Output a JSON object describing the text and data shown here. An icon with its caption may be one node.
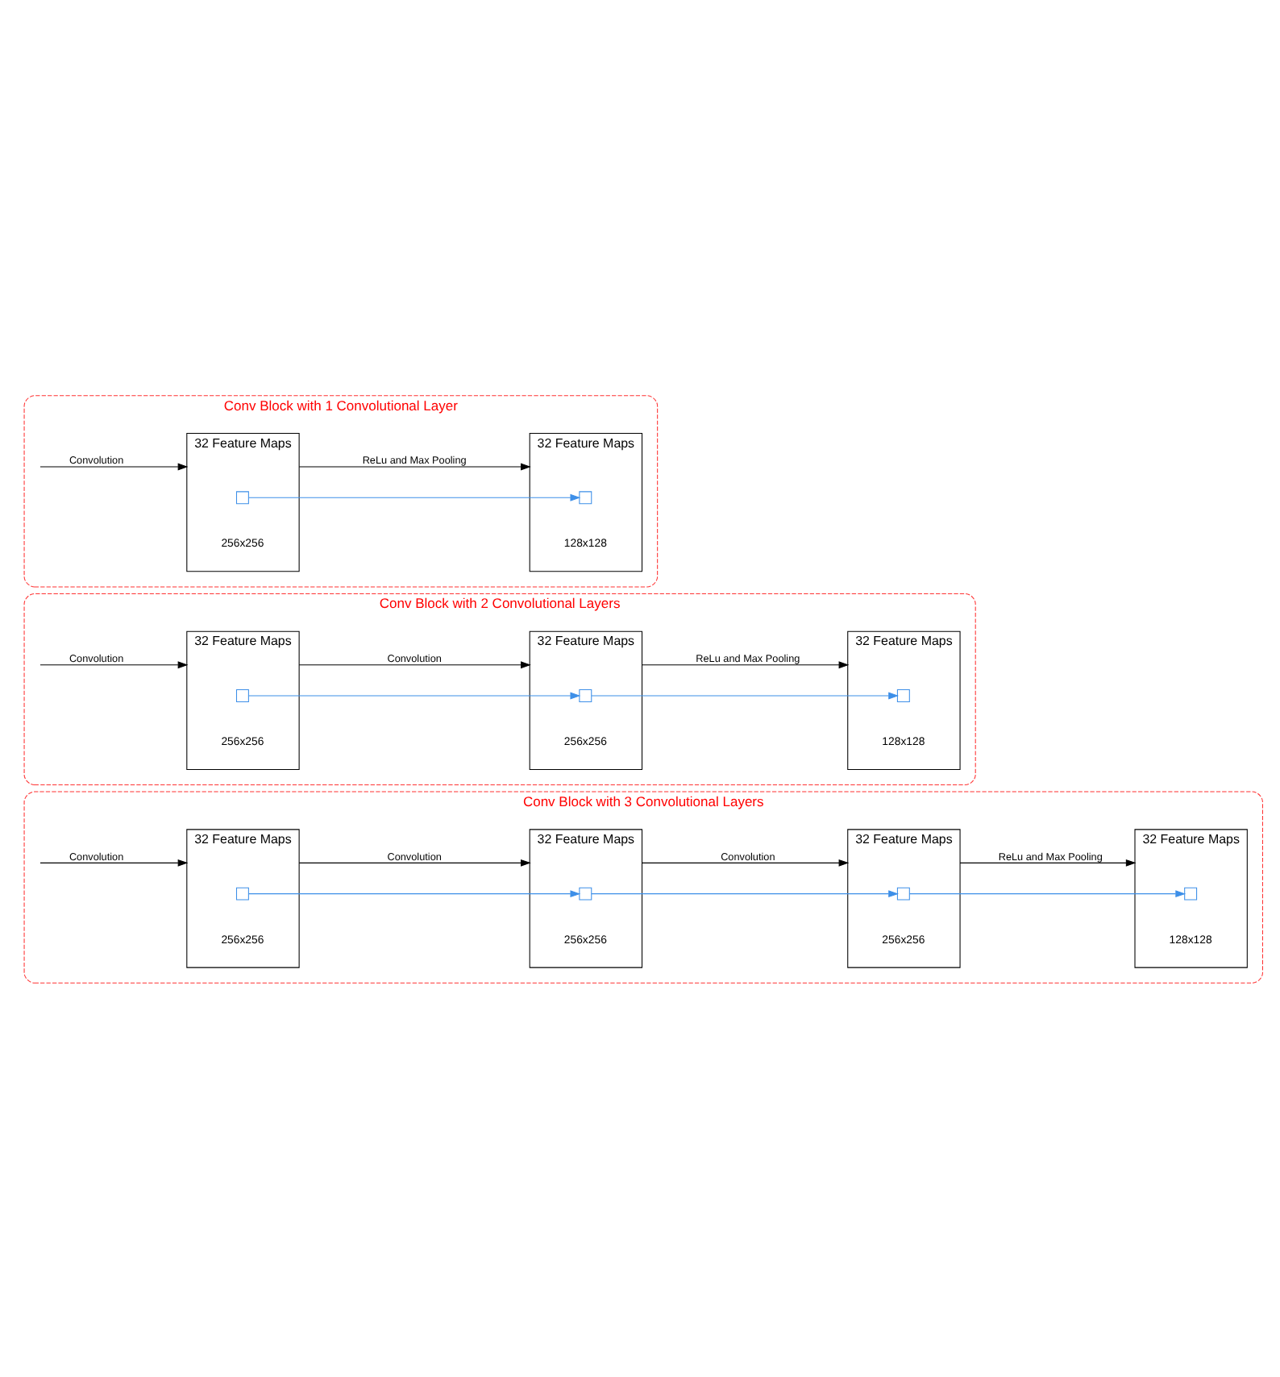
{
  "diagram": {
    "nodes": [
      {
        "text": [
          "Conv Block with 1 Convolutional Layer"
        ]
      },
      {
        "text": [
          "32 Feature Maps"
        ],
        "in": 0,
        "beside": [
          "256x256"
        ]
      },
      {
        "text": [],
        "shape": "box",
        "in": 1
      },
      {
        "text": [
          "32 Feature Maps"
        ],
        "in": 0,
        "beside": [
          "128x128"
        ]
      },
      {
        "text": [],
        "shape": "box",
        "in": 3
      },
      {
        "text": [
          "Conv Block with 2 Convolutional Layers"
        ]
      },
      {
        "text": [
          "32 Feature Maps"
        ],
        "in": 5,
        "beside": [
          "256x256"
        ]
      },
      {
        "text": [],
        "shape": "box",
        "in": 6
      },
      {
        "text": [
          "32 Feature Maps"
        ],
        "in": 5,
        "beside": [
          "256x256"
        ]
      },
      {
        "text": [],
        "shape": "box",
        "in": 8
      },
      {
        "text": [
          "32 Feature Maps"
        ],
        "in": 5,
        "beside": [
          "128x128"
        ]
      },
      {
        "text": [],
        "shape": "box",
        "in": 10
      },
      {
        "text": [
          "Conv Block with 3 Convolutional Layers"
        ]
      },
      {
        "text": [
          "32 Feature Maps"
        ],
        "in": 12,
        "beside": [
          "256x256"
        ]
      },
      {
        "text": [],
        "shape": "box",
        "in": 13
      },
      {
        "text": [
          "32 Feature Maps"
        ],
        "in": 12,
        "beside": [
          "256x256"
        ]
      },
      {
        "text": [],
        "shape": "box",
        "in": 15
      },
      {
        "text": [
          "32 Feature Maps"
        ],
        "in": 12,
        "beside": [
          "256x256"
        ]
      },
      {
        "text": [],
        "shape": "box",
        "in": 17
      },
      {
        "text": [
          "32 Feature Maps"
        ],
        "in": 12,
        "beside": [
          "128x128"
        ]
      },
      {
        "text": [],
        "shape": "box",
        "in": 19
      }
    ],
    "edges": [
      {
        "from": null,
        "to": 1,
        "arrow": "to",
        "label": "Convolution"
      },
      {
        "from": 1,
        "to": 3,
        "arrow": "to",
        "label": "ReLu and Max Pooling"
      },
      {
        "from": 2,
        "to": 4,
        "arrow": "to",
        "color": "#3d8fe8"
      },
      {
        "from": null,
        "to": 6,
        "arrow": "to",
        "label": "Convolution"
      },
      {
        "from": 6,
        "to": 8,
        "arrow": "to",
        "label": "Convolution"
      },
      {
        "from": 7,
        "to": 9,
        "arrow": "to",
        "color": "#3d8fe8"
      },
      {
        "from": 8,
        "to": 10,
        "arrow": "to",
        "label": "ReLu and Max Pooling"
      },
      {
        "from": 9,
        "to": 11,
        "arrow": "to",
        "color": "#3d8fe8"
      },
      {
        "from": null,
        "to": 13,
        "arrow": "to",
        "label": "Convolution"
      },
      {
        "from": 13,
        "to": 15,
        "arrow": "to",
        "label": "Convolution"
      },
      {
        "from": 14,
        "to": 16,
        "arrow": "to",
        "color": "#3d8fe8"
      },
      {
        "from": 15,
        "to": 17,
        "arrow": "to",
        "label": "Convolution"
      },
      {
        "from": 16,
        "to": 18,
        "arrow": "to",
        "color": "#3d8fe8"
      },
      {
        "from": 17,
        "to": 19,
        "arrow": "to",
        "label": "ReLu and Max Pooling"
      },
      {
        "from": 18,
        "to": 20,
        "arrow": "to",
        "color": "#3d8fe8"
      }
    ]
  }
}
